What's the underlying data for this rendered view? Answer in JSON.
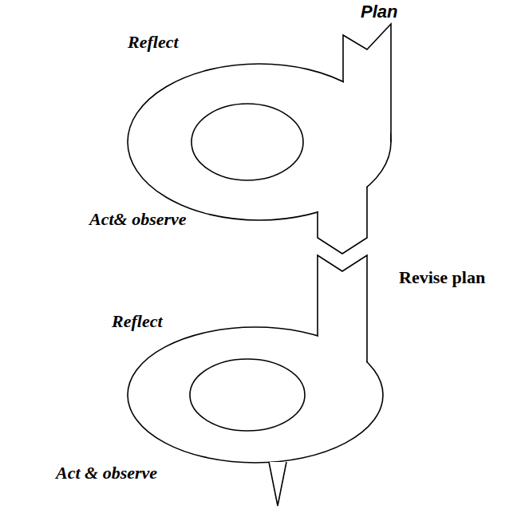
{
  "diagram": {
    "labels": [
      "Plan",
      "Reflect",
      "Act& observe",
      "Revise plan",
      "Reflect",
      "Act & observe"
    ]
  }
}
